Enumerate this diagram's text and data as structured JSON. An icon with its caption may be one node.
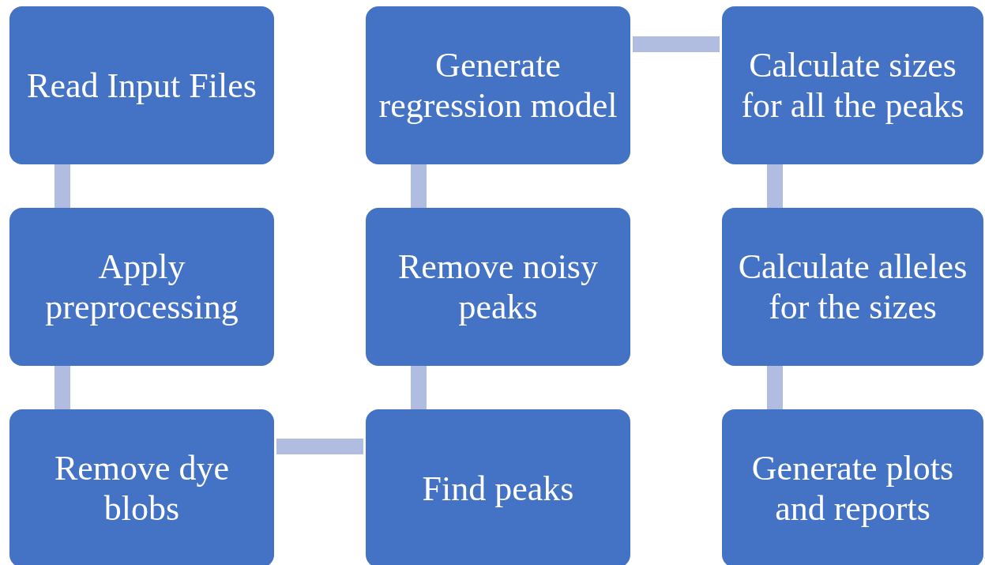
{
  "diagram": {
    "nodes": [
      {
        "text": [
          "Read Input Files"
        ]
      },
      {
        "text": [
          "Apply preprocessing"
        ]
      },
      {
        "text": [
          "Remove dye blobs"
        ]
      },
      {
        "text": [
          "Find peaks"
        ]
      },
      {
        "text": [
          "Remove noisy peaks"
        ]
      },
      {
        "text": [
          "Generate regression model"
        ]
      },
      {
        "text": [
          "Calculate sizes for all the peaks"
        ]
      },
      {
        "text": [
          "Calculate alleles for the sizes"
        ]
      },
      {
        "text": [
          "Generate plots and reports"
        ]
      }
    ],
    "edges": [
      {
        "from": 0,
        "to": 1,
        "arrow": "none"
      },
      {
        "from": 1,
        "to": 2,
        "arrow": "none"
      },
      {
        "from": 2,
        "to": 3,
        "arrow": "none"
      },
      {
        "from": 3,
        "to": 4,
        "arrow": "none"
      },
      {
        "from": 4,
        "to": 5,
        "arrow": "none"
      },
      {
        "from": 5,
        "to": 6,
        "arrow": "none"
      },
      {
        "from": 6,
        "to": 7,
        "arrow": "none"
      },
      {
        "from": 7,
        "to": 8,
        "arrow": "none"
      }
    ]
  }
}
